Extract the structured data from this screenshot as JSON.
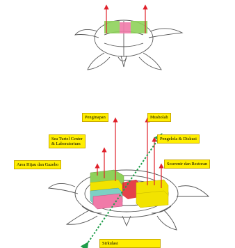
{
  "labels": {
    "penginapan": "Penginapan",
    "musholah": "Musholah",
    "sea_turtle_line1": "Sea Turtel Center",
    "sea_turtle_line2": "& Laboratorium",
    "pengelola": "Pengelola & Diskusi",
    "area_hijau": "Area Hijau dan Gazebo",
    "souvenir": "Souvenir dan Restoran",
    "sirkulasi": "Sirkulasi"
  },
  "colors": {
    "label_fill": "#ffee00",
    "arrow": "#e0202a",
    "circulation": "#1f9d4a",
    "green_block": "#8ed15a",
    "pink_block": "#f07aa8",
    "yellow_block": "#f2e300",
    "turtle_outline": "#555555"
  }
}
